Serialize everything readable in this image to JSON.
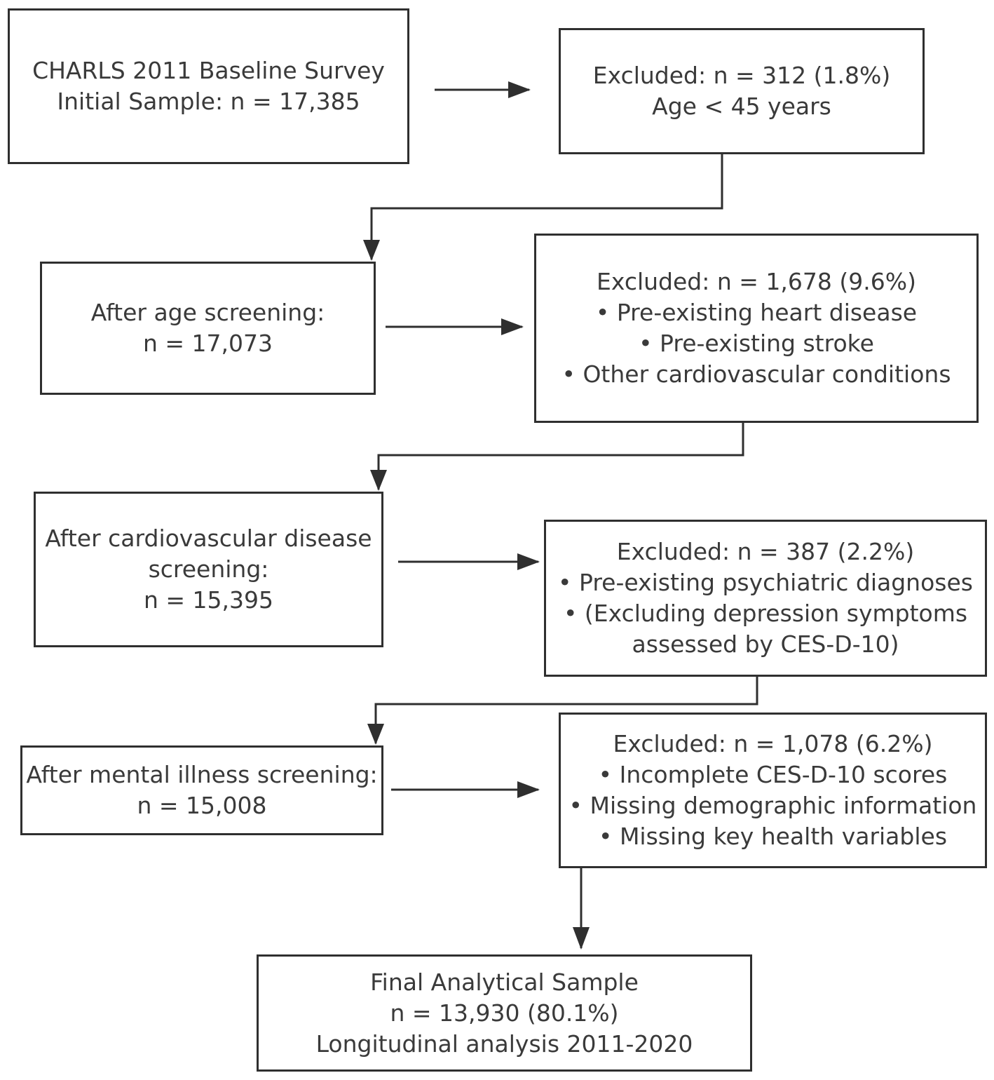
{
  "boxes": {
    "initial": {
      "lines": [
        "CHARLS 2011 Baseline Survey",
        "Initial Sample: n = 17,385"
      ]
    },
    "excl1": {
      "lines": [
        "Excluded: n = 312 (1.8%)",
        "Age < 45 years"
      ]
    },
    "age": {
      "lines": [
        "After age screening:",
        "n = 17,073"
      ]
    },
    "excl2": {
      "lines": [
        "Excluded: n = 1,678 (9.6%)",
        "• Pre-existing heart disease",
        "• Pre-existing stroke",
        "• Other cardiovascular conditions"
      ]
    },
    "cvd": {
      "lines": [
        "After cardiovascular disease",
        "screening:",
        "n = 15,395"
      ]
    },
    "excl3": {
      "lines": [
        "Excluded: n = 387 (2.2%)",
        "• Pre-existing psychiatric diagnoses",
        "• (Excluding depression symptoms",
        "assessed by CES-D-10)"
      ]
    },
    "mental": {
      "lines": [
        "After mental illness screening:",
        "n = 15,008"
      ]
    },
    "excl4": {
      "lines": [
        "Excluded: n = 1,078 (6.2%)",
        "• Incomplete CES-D-10 scores",
        "• Missing demographic information",
        "• Missing key health variables"
      ]
    },
    "final": {
      "lines": [
        "Final Analytical Sample",
        "n = 13,930 (80.1%)",
        "Longitudinal analysis 2011-2020"
      ]
    }
  }
}
